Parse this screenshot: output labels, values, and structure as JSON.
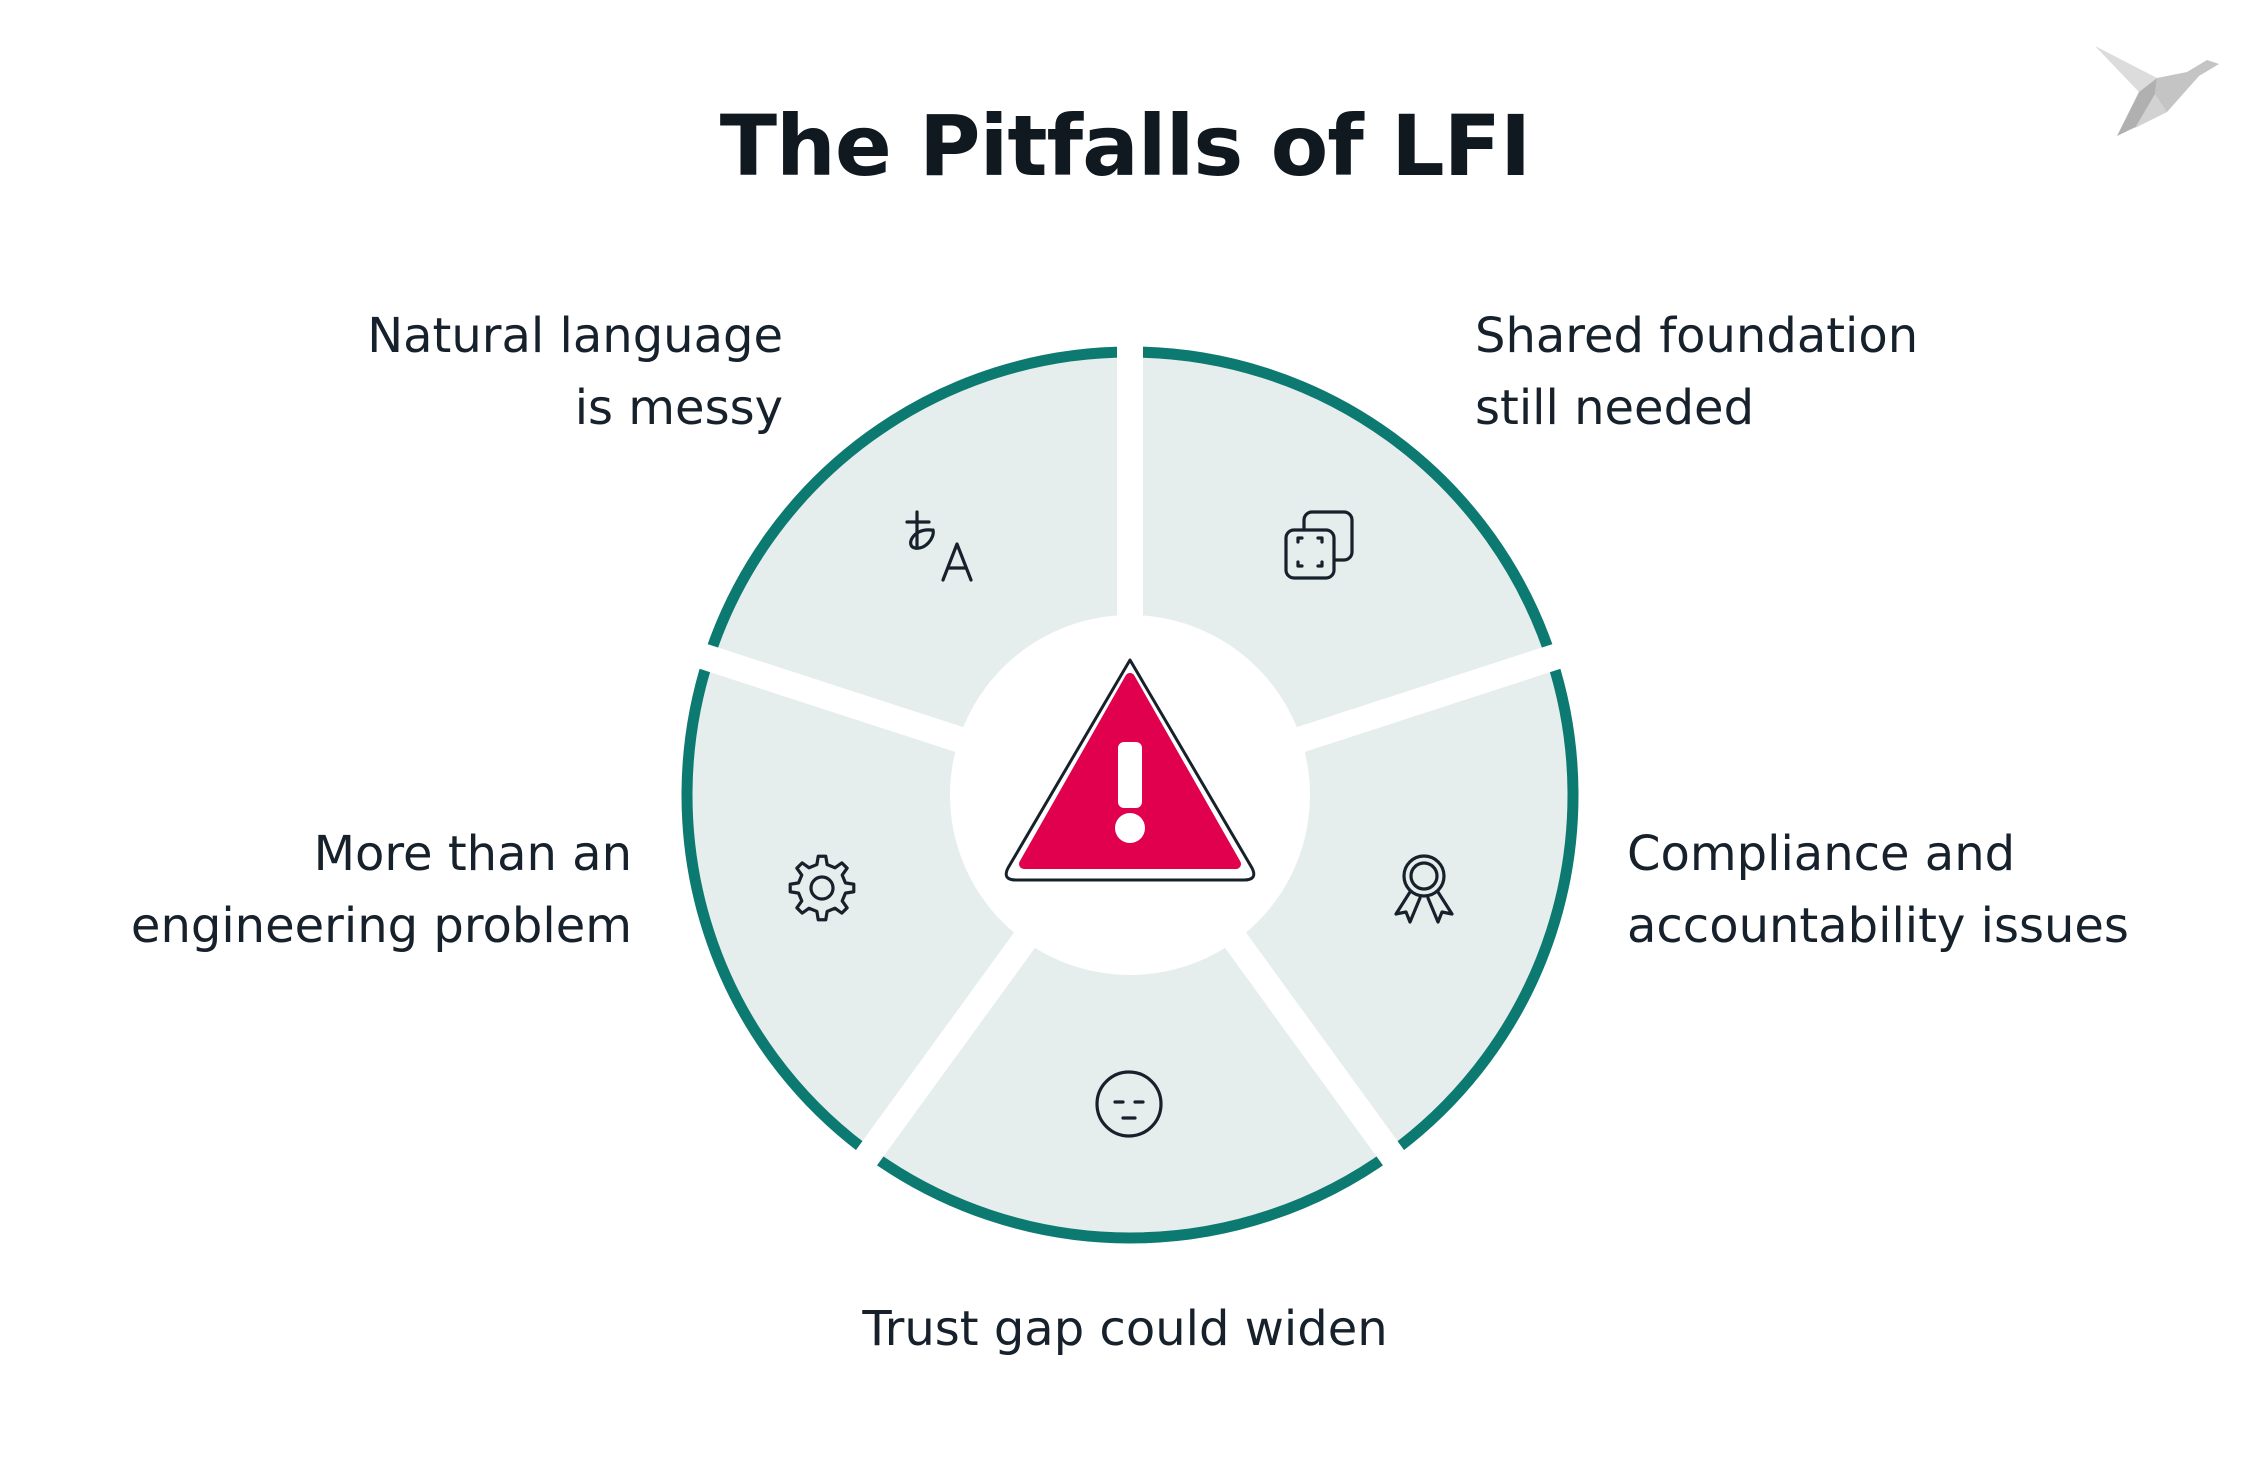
{
  "title": "The Pitfalls of LFI",
  "segments": [
    {
      "icon": "translate-icon",
      "lines": [
        "Natural language",
        "is messy"
      ]
    },
    {
      "icon": "frames-icon",
      "lines": [
        "Shared foundation",
        "still needed"
      ]
    },
    {
      "icon": "award-ribbon-icon",
      "lines": [
        "Compliance and",
        "accountability issues"
      ]
    },
    {
      "icon": "neutral-face-icon",
      "lines": [
        "Trust gap could widen"
      ]
    },
    {
      "icon": "gear-icon",
      "lines": [
        "More than an",
        "engineering problem"
      ]
    }
  ],
  "center_icon": "warning-triangle-icon",
  "colors": {
    "ring": "#0d7a72",
    "segment_fill": "#e6eeed",
    "warning": "#e0004d",
    "text": "#17212b",
    "logo": "#c8c8c8"
  }
}
